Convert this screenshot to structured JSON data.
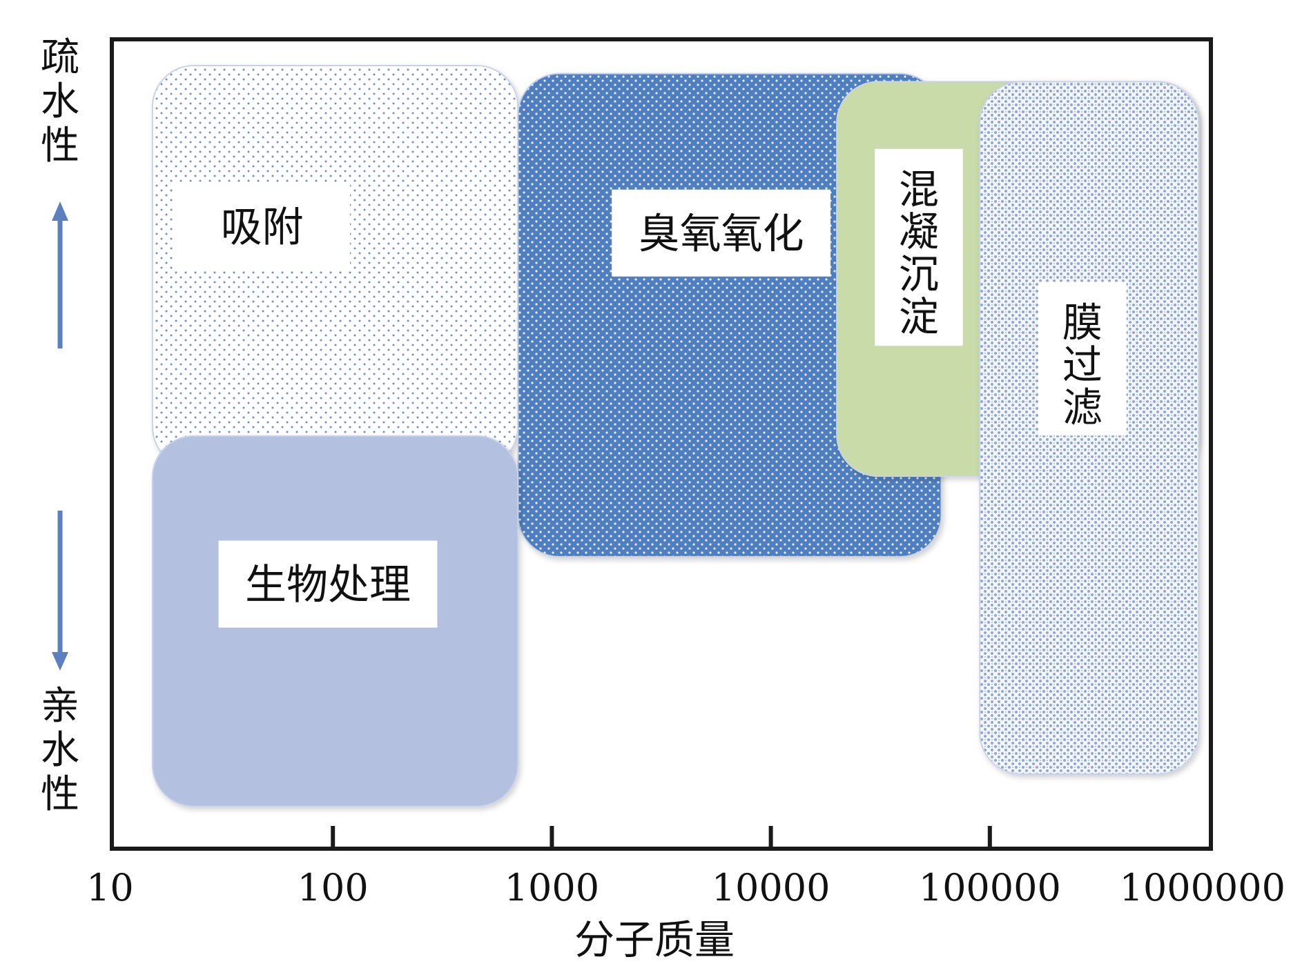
{
  "axes": {
    "x_label": "分子质量",
    "x_scale": "log",
    "x_ticks": [
      "10",
      "100",
      "1000",
      "10000",
      "100000",
      "1000000"
    ],
    "y_top_label": "疏水性",
    "y_bottom_label": "亲水性"
  },
  "regions": [
    {
      "id": "adsorption",
      "label": "吸附",
      "mw_min": 15,
      "mw_max": 700,
      "hydro_top": 0.97,
      "hydro_bottom": 0.47,
      "fill": "#ffffff",
      "pattern": "sparse-dots",
      "accent": "#6b8fc9"
    },
    {
      "id": "ozone",
      "label": "臭氧氧化",
      "mw_min": 700,
      "mw_max": 60000,
      "hydro_top": 0.96,
      "hydro_bottom": 0.36,
      "fill": "#4f7fbf",
      "pattern": "white-dots",
      "accent": "#4f7fbf"
    },
    {
      "id": "coagulation",
      "label": "混凝沉淀",
      "mw_min": 20000,
      "mw_max": 900000,
      "hydro_top": 0.95,
      "hydro_bottom": 0.46,
      "fill": "#c8dba9",
      "pattern": "none",
      "accent": "#c8dba9"
    },
    {
      "id": "membrane",
      "label": "膜过滤",
      "mw_min": 90000,
      "mw_max": 900000,
      "hydro_top": 0.95,
      "hydro_bottom": 0.09,
      "fill": "#ffffff",
      "pattern": "dense-dots",
      "accent": "#8ea6d8"
    },
    {
      "id": "bio",
      "label": "生物处理",
      "mw_min": 15,
      "mw_max": 700,
      "hydro_top": 0.51,
      "hydro_bottom": 0.05,
      "fill": "#b3c0e0",
      "pattern": "none",
      "accent": "#b3c0e0"
    }
  ],
  "colors": {
    "frame": "#1a1a1a",
    "arrow": "#5b7fbf",
    "text": "#111111"
  }
}
